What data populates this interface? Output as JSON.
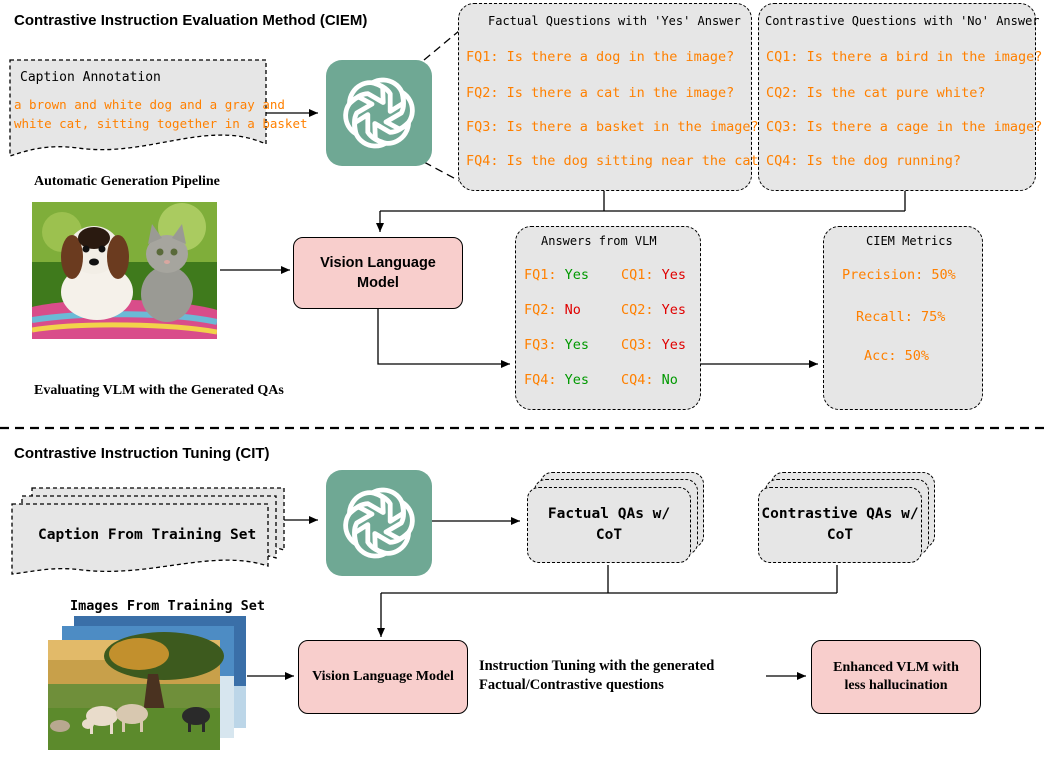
{
  "ciem": {
    "title": "Contrastive Instruction Evaluation Method (CIEM)",
    "caption_box": {
      "label": "Caption Annotation",
      "text_line1": "a brown and white dog and a gray and",
      "text_line2": "white cat, sitting together in a basket"
    },
    "pipeline_label": "Automatic Generation Pipeline",
    "evaluating_label": "Evaluating VLM with the Generated QAs",
    "factual_box": {
      "header": "Factual Questions with 'Yes' Answer",
      "questions": [
        "FQ1: Is there a dog in the image?",
        "FQ2: Is there a cat in the image?",
        "FQ3: Is there a basket in the image?",
        "FQ4: Is the dog sitting near the cat?"
      ]
    },
    "contrastive_box": {
      "header": "Contrastive Questions with 'No' Answer",
      "questions": [
        "CQ1: Is there a bird in the image?",
        "CQ2: Is the cat pure white?",
        "CQ3: Is there a cage in the image?",
        "CQ4: Is the dog running?"
      ]
    },
    "vlm_label": "Vision Language Model",
    "answers_box": {
      "header": "Answers from VLM",
      "rows": [
        {
          "fq": "FQ1:",
          "fa": "Yes",
          "fa_color": "green",
          "cq": "CQ1:",
          "ca": "Yes",
          "ca_color": "red"
        },
        {
          "fq": "FQ2:",
          "fa": "No",
          "fa_color": "red",
          "cq": "CQ2:",
          "ca": "Yes",
          "ca_color": "red"
        },
        {
          "fq": "FQ3:",
          "fa": "Yes",
          "fa_color": "green",
          "cq": "CQ3:",
          "ca": "Yes",
          "ca_color": "red"
        },
        {
          "fq": "FQ4:",
          "fa": "Yes",
          "fa_color": "green",
          "cq": "CQ4:",
          "ca": "No",
          "ca_color": "green"
        }
      ]
    },
    "metrics_box": {
      "header": "CIEM Metrics",
      "precision": "Precision: 50%",
      "recall": "Recall: 75%",
      "acc": "Acc: 50%"
    }
  },
  "cit": {
    "title": "Contrastive Instruction Tuning (CIT)",
    "caption_label": "Caption From Training Set",
    "factual_label": "Factual QAs w/ CoT",
    "contrastive_label": "Contrastive QAs w/ CoT",
    "images_label": "Images From Training Set",
    "vlm_label": "Vision Language Model",
    "tuning_line1": "Instruction Tuning with the generated",
    "tuning_line2": "Factual/Contrastive questions",
    "enhanced_label": "Enhanced VLM with less hallucination"
  },
  "colors": {
    "orange": "#ff8000",
    "green": "#009900",
    "red": "#e00000",
    "pink": "#f8cecc",
    "grey": "#e6e6e6",
    "logo": "#6fa894"
  },
  "icons": [
    "openai-logo-icon",
    "dog-cat-photo",
    "cows-tree-photo"
  ]
}
